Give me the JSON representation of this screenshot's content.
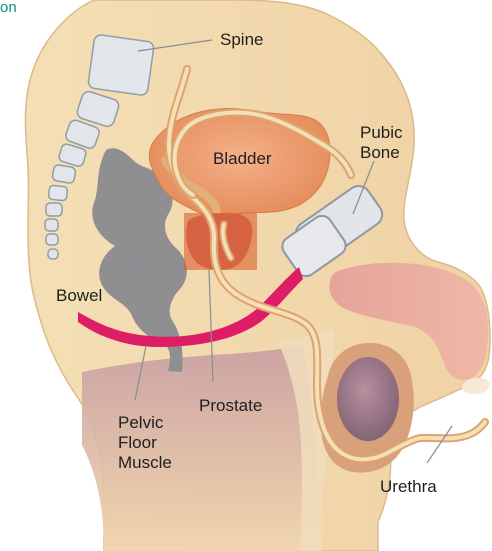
{
  "header": {
    "corner_text": "on"
  },
  "labels": {
    "spine": "Spine",
    "bladder": "Bladder",
    "pubic_bone_line1": "Pubic",
    "pubic_bone_line2": "Bone",
    "bowel": "Bowel",
    "prostate": "Prostate",
    "pelvic_floor_line1": "Pelvic",
    "pelvic_floor_line2": "Floor",
    "pelvic_floor_line3": "Muscle",
    "urethra": "Urethra"
  },
  "colors": {
    "skin": "#f2d9ab",
    "skin_outline": "#d8b585",
    "bone": "#dfe3e8",
    "bone_outline": "#8d96a0",
    "bowel": "#8e8e90",
    "bladder": "#ec9a67",
    "prostate_highlight": "#d9572b",
    "pelvic_floor": "#df1e66",
    "shadow": "#c9a0a0"
  }
}
